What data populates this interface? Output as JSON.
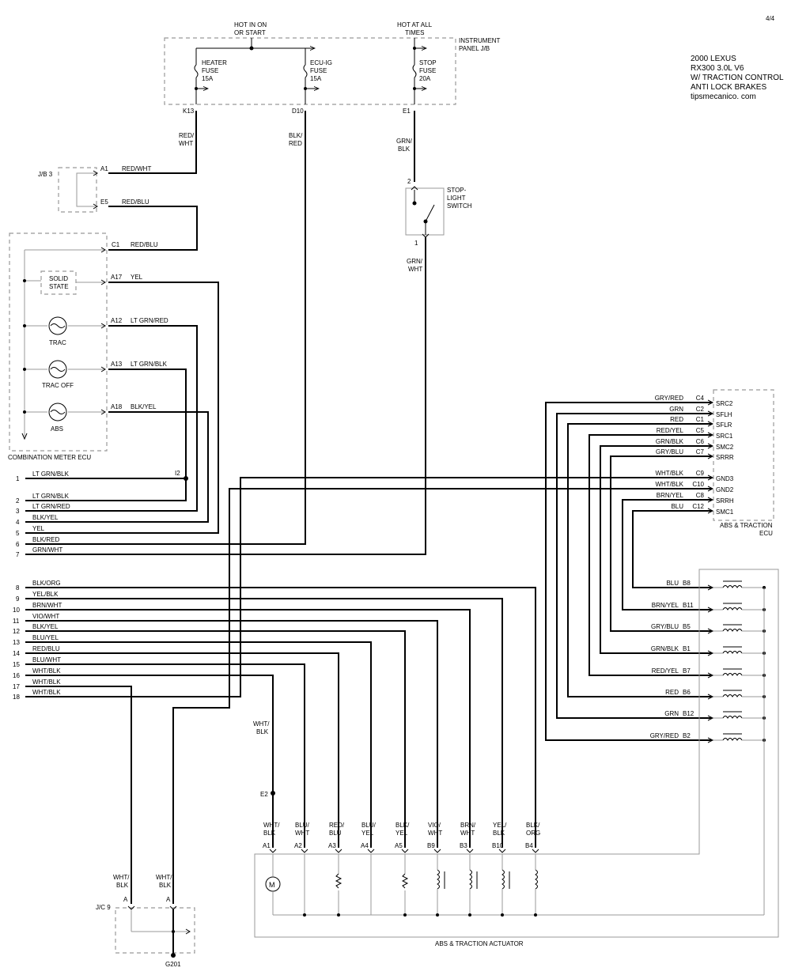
{
  "page_number": "4/4",
  "vehicle": {
    "line1": "2000 LEXUS",
    "line2": "RX300  3.0L  V6",
    "line3": "W/  TRACTION CONTROL",
    "line4": "ANTI LOCK BRAKES",
    "line5": "tipsmecanico. com"
  },
  "instrument_panel": {
    "label1": "INSTRUMENT",
    "label2": "PANEL J/B",
    "hot_on_start1": "HOT IN ON",
    "hot_on_start2": "OR START",
    "hot_all1": "HOT AT ALL",
    "hot_all2": "TIMES",
    "fuses": [
      {
        "name1": "HEATER",
        "name2": "FUSE",
        "rating": "15A",
        "pin": "K13"
      },
      {
        "name1": "ECU-IG",
        "name2": "FUSE",
        "rating": "15A",
        "pin": "D10"
      },
      {
        "name1": "STOP",
        "name2": "FUSE",
        "rating": "20A",
        "pin": "E1"
      }
    ]
  },
  "wires_top": {
    "k13_1": "RED/",
    "k13_2": "WHT",
    "d10_1": "BLK/",
    "d10_2": "RED",
    "e1_1": "GRN/",
    "e1_2": "BLK"
  },
  "jb3": {
    "label": "J/B 3",
    "pins": [
      {
        "pin": "A1",
        "wire": "RED/WHT"
      },
      {
        "pin": "E5",
        "wire": "RED/BLU"
      }
    ]
  },
  "stop_switch": {
    "label1": "STOP-",
    "label2": "LIGHT",
    "label3": "SWITCH",
    "pin_top": "2",
    "pin_bottom": "1",
    "out_wire1": "GRN/",
    "out_wire2": "WHT"
  },
  "combination_meter": {
    "label": "COMBINATION METER ECU",
    "solid_state1": "SOLID",
    "solid_state2": "STATE",
    "lamps": [
      "TRAC",
      "TRAC OFF",
      "ABS"
    ],
    "pins": [
      {
        "pin": "C1",
        "wire": "RED/BLU"
      },
      {
        "pin": "A17",
        "wire": "YEL"
      },
      {
        "pin": "A12",
        "wire": "LT GRN/RED"
      },
      {
        "pin": "A13",
        "wire": "LT GRN/BLK"
      },
      {
        "pin": "A18",
        "wire": "BLK/YEL"
      }
    ]
  },
  "i2_label": "I2",
  "left_wires": [
    {
      "num": "1",
      "wire": "LT GRN/BLK"
    },
    {
      "num": "2",
      "wire": "LT GRN/BLK"
    },
    {
      "num": "3",
      "wire": "LT GRN/RED"
    },
    {
      "num": "4",
      "wire": "BLK/YEL"
    },
    {
      "num": "5",
      "wire": "YEL"
    },
    {
      "num": "6",
      "wire": "BLK/RED"
    },
    {
      "num": "7",
      "wire": "GRN/WHT"
    },
    {
      "num": "8",
      "wire": "BLK/ORG"
    },
    {
      "num": "9",
      "wire": "YEL/BLK"
    },
    {
      "num": "10",
      "wire": "BRN/WHT"
    },
    {
      "num": "11",
      "wire": "VIO/WHT"
    },
    {
      "num": "12",
      "wire": "BLK/YEL"
    },
    {
      "num": "13",
      "wire": "BLU/YEL"
    },
    {
      "num": "14",
      "wire": "RED/BLU"
    },
    {
      "num": "15",
      "wire": "BLU/WHT"
    },
    {
      "num": "16",
      "wire": "WHT/BLK"
    },
    {
      "num": "17",
      "wire": "WHT/BLK"
    },
    {
      "num": "18",
      "wire": "WHT/BLK"
    }
  ],
  "abs_ecu": {
    "label1": "ABS & TRACTION",
    "label2": "ECU",
    "pins": [
      {
        "wire": "GRY/RED",
        "pin": "C4",
        "sig": "SRC2"
      },
      {
        "wire": "GRN",
        "pin": "C2",
        "sig": "SFLH"
      },
      {
        "wire": "RED",
        "pin": "C1",
        "sig": "SFLR"
      },
      {
        "wire": "RED/YEL",
        "pin": "C5",
        "sig": "SRC1"
      },
      {
        "wire": "GRN/BLK",
        "pin": "C6",
        "sig": "SMC2"
      },
      {
        "wire": "GRY/BLU",
        "pin": "C7",
        "sig": "SRRR"
      },
      {
        "wire": "WHT/BLK",
        "pin": "C9",
        "sig": "GND3"
      },
      {
        "wire": "WHT/BLK",
        "pin": "C10",
        "sig": "GND2"
      },
      {
        "wire": "BRN/YEL",
        "pin": "C8",
        "sig": "SRRH"
      },
      {
        "wire": "BLU",
        "pin": "C12",
        "sig": "SMC1"
      }
    ]
  },
  "actuator_b_pins": [
    {
      "wire": "BLU",
      "pin": "B8"
    },
    {
      "wire": "BRN/YEL",
      "pin": "B11"
    },
    {
      "wire": "GRY/BLU",
      "pin": "B5"
    },
    {
      "wire": "GRN/BLK",
      "pin": "B1"
    },
    {
      "wire": "RED/YEL",
      "pin": "B7"
    },
    {
      "wire": "RED",
      "pin": "B6"
    },
    {
      "wire": "GRN",
      "pin": "B12"
    },
    {
      "wire": "GRY/RED",
      "pin": "B2"
    }
  ],
  "actuator": {
    "label": "ABS & TRACTION ACTUATOR",
    "e2_label": "E2",
    "wire_e2_1": "WHT/",
    "wire_e2_2": "BLK",
    "motor": "M",
    "pins": [
      {
        "pin": "A1",
        "w1": "WHT/",
        "w2": "BLK"
      },
      {
        "pin": "A2",
        "w1": "BLU/",
        "w2": "WHT"
      },
      {
        "pin": "A3",
        "w1": "RED/",
        "w2": "BLU"
      },
      {
        "pin": "A4",
        "w1": "BLU/",
        "w2": "YEL"
      },
      {
        "pin": "A5",
        "w1": "BLK/",
        "w2": "YEL"
      },
      {
        "pin": "B9",
        "w1": "VIO/",
        "w2": "WHT"
      },
      {
        "pin": "B3",
        "w1": "BRN/",
        "w2": "WHT"
      },
      {
        "pin": "B10",
        "w1": "YEL/",
        "w2": "BLK"
      },
      {
        "pin": "B4",
        "w1": "BLK/",
        "w2": "ORG"
      }
    ]
  },
  "jc9": {
    "label": "J/C 9",
    "pin_a1": "A",
    "pin_a2": "A",
    "wire1_1": "WHT/",
    "wire1_2": "BLK",
    "wire2_1": "WHT/",
    "wire2_2": "BLK",
    "ground": "G201"
  }
}
